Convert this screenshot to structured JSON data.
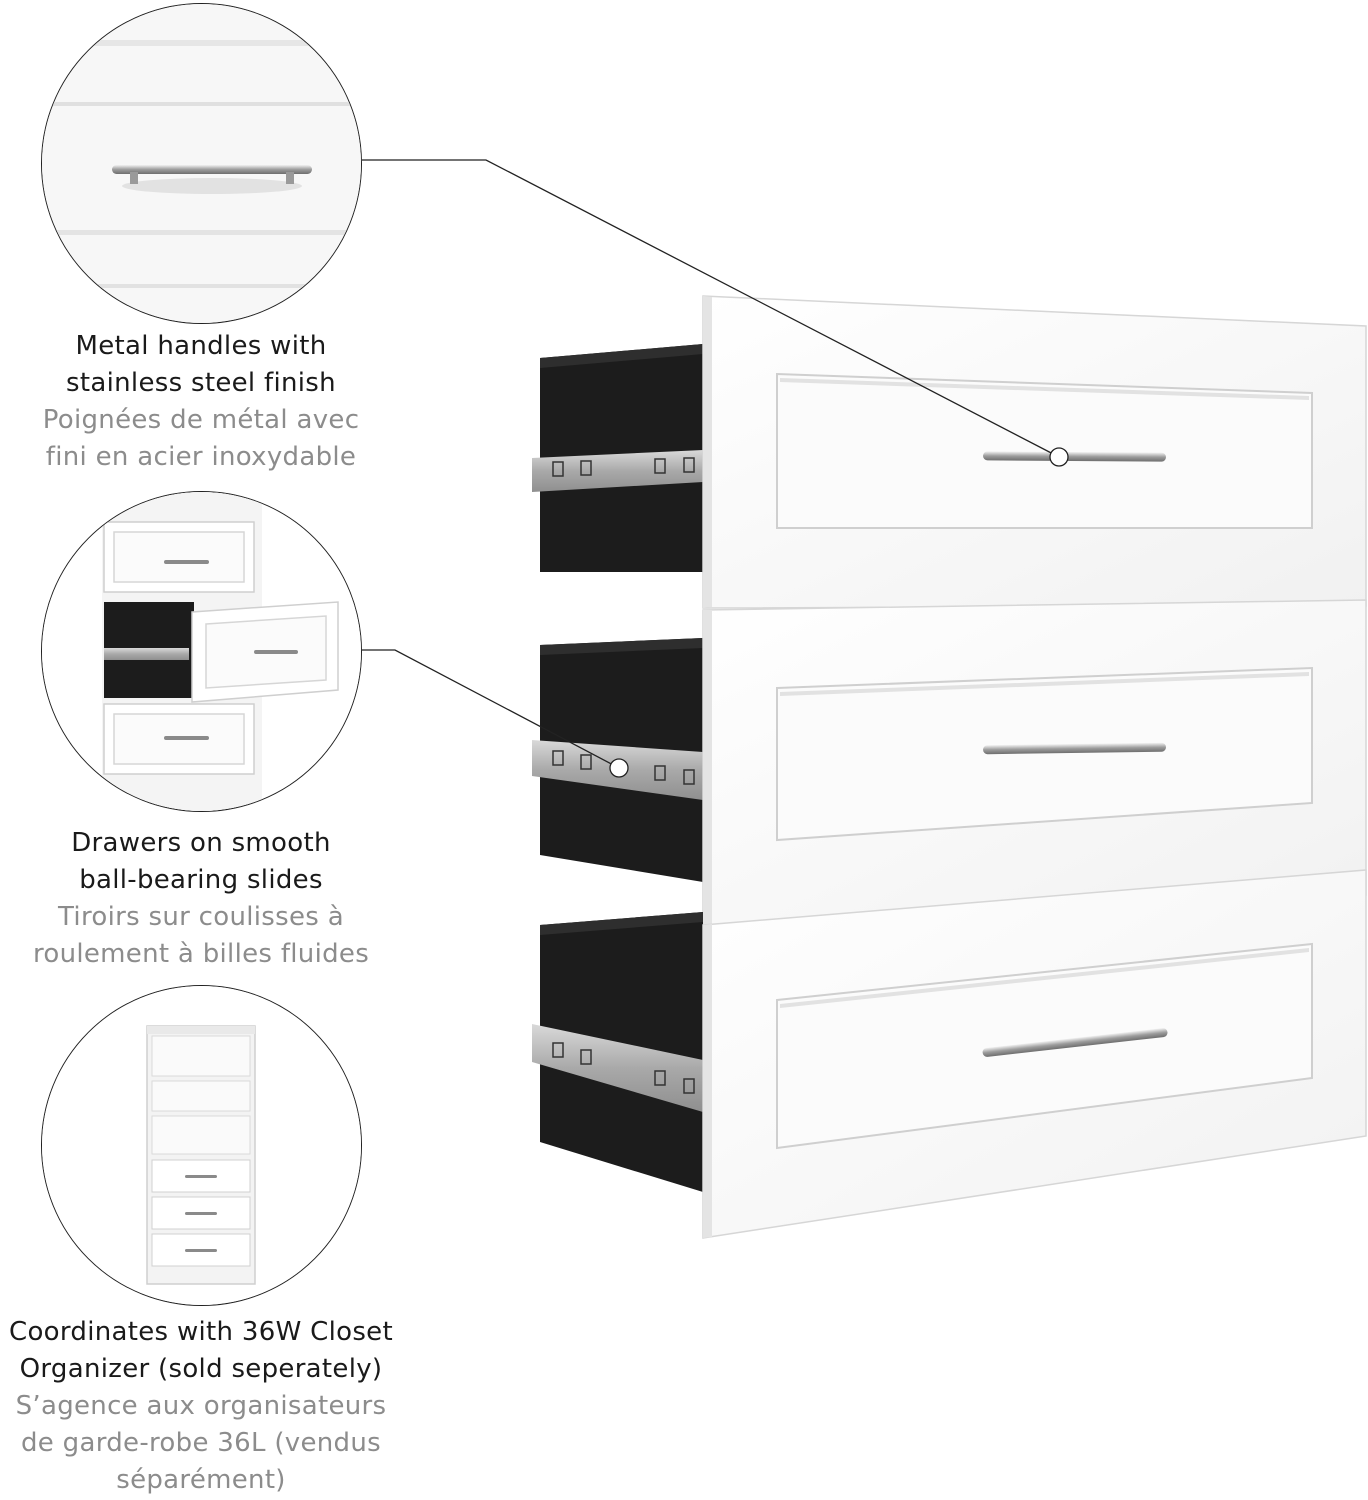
{
  "features": [
    {
      "id": "handles",
      "en": [
        "Metal handles with",
        "stainless steel finish"
      ],
      "fr": [
        "Poignées de métal avec",
        "fini en acier inoxydable"
      ],
      "icon": "handle-closeup"
    },
    {
      "id": "slides",
      "en": [
        "Drawers on smooth",
        "ball-bearing slides"
      ],
      "fr": [
        "Tiroirs sur coulisses à",
        "roulement à billes fluides"
      ],
      "icon": "open-drawer-closeup"
    },
    {
      "id": "coordinates",
      "en": [
        "Coordinates with 36W Closet",
        "Organizer (sold seperately)"
      ],
      "fr": [
        "S’agence aux organisateurs",
        "de garde-robe 36L (vendus",
        "séparément)"
      ],
      "icon": "closet-organizer-thumbnail"
    }
  ],
  "colors": {
    "cabinet_white": "#ffffff",
    "interior_black": "#1e1e1e",
    "metal": "#b9b9b9",
    "caption_en": "#1a1a1a",
    "caption_fr": "#8c8c8c"
  }
}
